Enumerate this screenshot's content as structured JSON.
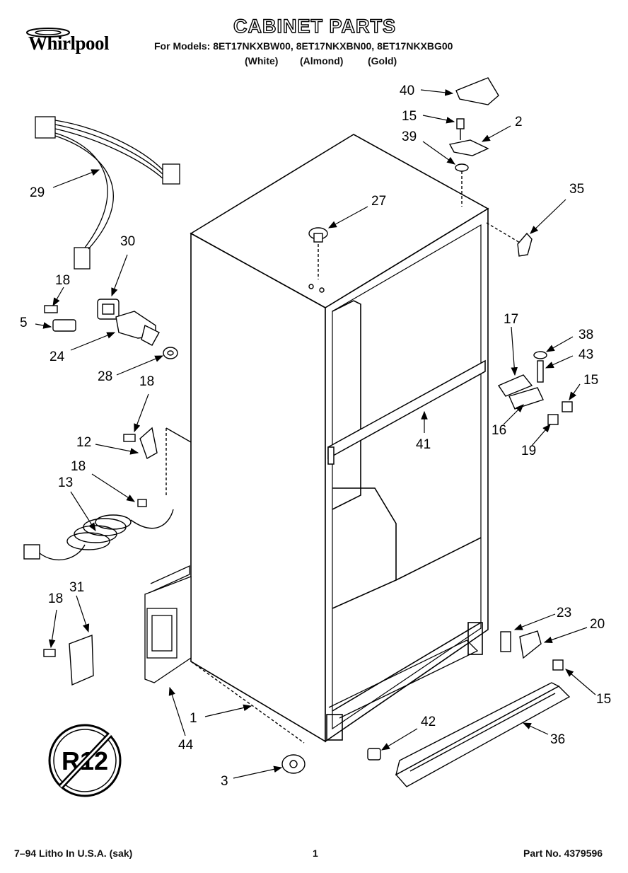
{
  "header": {
    "brand": "Whirlpool",
    "title": "CABINET PARTS",
    "models_line": "For Models: 8ET17NKXBW00, 8ET17NKXBN00, 8ET17NKXBG00",
    "color_labels": [
      "(White)",
      "(Almond)",
      "(Gold)"
    ]
  },
  "badge": {
    "text": "R12"
  },
  "callouts": [
    "40",
    "15",
    "2",
    "39",
    "35",
    "27",
    "29",
    "30",
    "18",
    "5",
    "24",
    "28",
    "17",
    "38",
    "43",
    "15",
    "18",
    "12",
    "16",
    "41",
    "19",
    "18",
    "13",
    "31",
    "18",
    "23",
    "20",
    "15",
    "1",
    "44",
    "42",
    "36",
    "3"
  ],
  "footer": {
    "left": "7–94 Litho In U.S.A. (sak)",
    "page_number": "1",
    "part_number": "Part No. 4379596"
  },
  "colors": {
    "ink": "#000000",
    "paper": "#ffffff"
  }
}
